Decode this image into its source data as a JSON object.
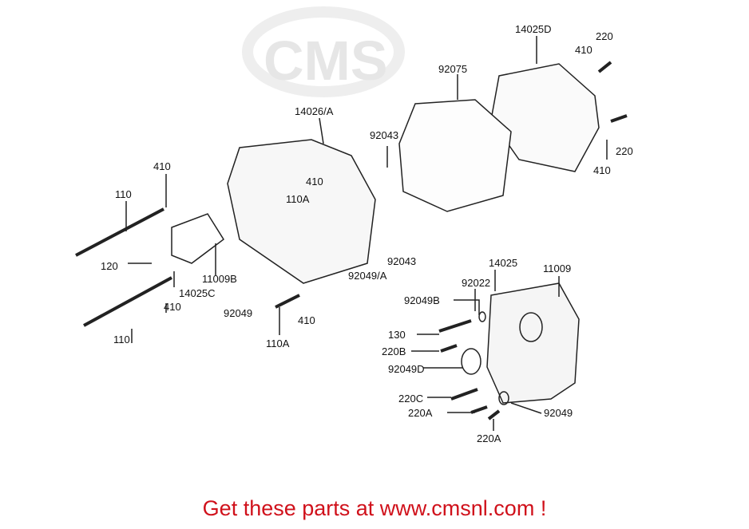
{
  "labels": {
    "l14025D": "14025D",
    "l220a": "220",
    "l410a": "410",
    "l92075": "92075",
    "l14026A": "14026/A",
    "l92043a": "92043",
    "l410b": "410",
    "l220b": "220",
    "l410c": "410",
    "l410d": "410",
    "l110Aa": "110A",
    "l110a": "110",
    "l120": "120",
    "l11009B": "11009B",
    "l14025C": "14025C",
    "l410e": "410",
    "l92049A": "92049/A",
    "l92043b": "92043",
    "l92049a": "92049",
    "l410f": "410",
    "l110Ab": "110A",
    "l110b": "110",
    "l14025": "14025",
    "l11009": "11009",
    "l92022": "92022",
    "l92049B": "92049B",
    "l130": "130",
    "l220B": "220B",
    "l92049D": "92049D",
    "l220C": "220C",
    "l220Aa": "220A",
    "l92049b": "92049",
    "l220Ab": "220A"
  },
  "footer": {
    "text": "Get these parts at www.cmsnl.com !"
  },
  "watermark": {
    "text": "CMS"
  }
}
